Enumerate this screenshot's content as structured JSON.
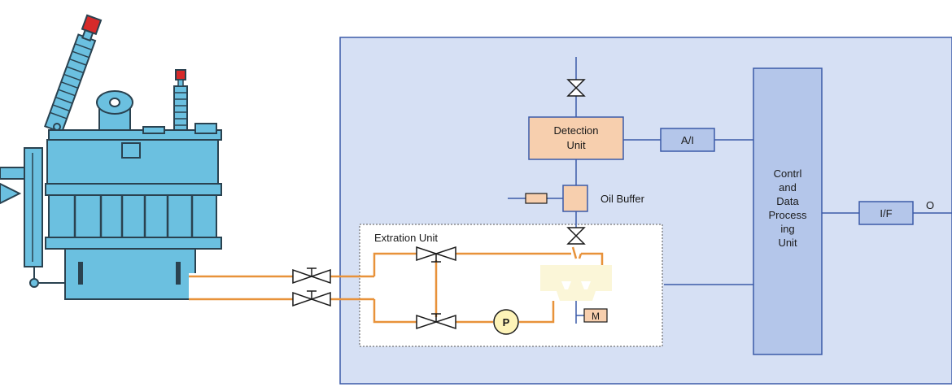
{
  "labels": {
    "detection_line1": "Detection",
    "detection_line2": "Unit",
    "ai": "A/I",
    "oil_buffer": "Oil Buffer",
    "extraction": "Extration Unit",
    "control_lines": [
      "Contrl",
      "and",
      "Data",
      "Process",
      "ing",
      "Unit"
    ],
    "interface": "I/F",
    "output": "O",
    "pump": "P",
    "motor": "M"
  },
  "colors": {
    "system_fill": "#d6e0f4",
    "system_stroke": "#3b5aa8",
    "control_fill": "#b4c6ea",
    "unit_fill": "#f7cfae",
    "oil_line": "#e8923a",
    "signal_line": "#3b5aa8",
    "transformer": "#6bc0e0",
    "transformer_dark": "#2a4250",
    "bushing_cap": "#d62a2a"
  },
  "icons": {
    "valve": "bowtie-valve-icon",
    "pump": "circle-pump-icon",
    "transformer": "power-transformer-icon"
  }
}
